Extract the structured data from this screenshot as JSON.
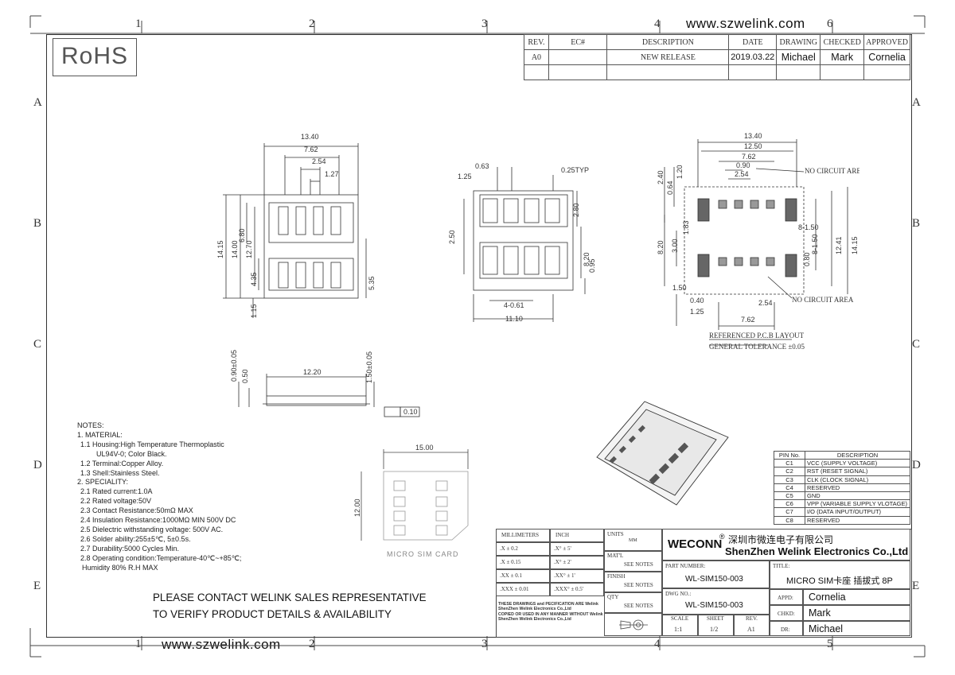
{
  "header_url": "www.szwelink.com",
  "footer_url": "www.szwelink.com",
  "grid_top": [
    "1",
    "2",
    "3",
    "4",
    "6"
  ],
  "grid_bottom": [
    "1",
    "2",
    "3",
    "4",
    "5"
  ],
  "grid_left": [
    "A",
    "B",
    "C",
    "D",
    "E"
  ],
  "grid_right": [
    "A",
    "B",
    "C",
    "D",
    "E"
  ],
  "rohs": "RoHS",
  "revision": {
    "headers": [
      "REV.",
      "EC#",
      "DESCRIPTION",
      "DATE",
      "DRAWING",
      "CHECKED",
      "APPROVED"
    ],
    "row": [
      "A0",
      "",
      "NEW RELEASE",
      "2019.03.22",
      "Michael",
      "Mark",
      "Cornelia"
    ]
  },
  "dims_top_view": [
    "13.40",
    "7.62",
    "2.54",
    "1.27",
    "14.15",
    "14.00",
    "12.70",
    "6.80",
    "4.35",
    "5.35",
    "1.15"
  ],
  "dims_front_view": [
    "0.63",
    "1.25",
    "0.25TYP",
    "2.80",
    "2.50",
    "8.20",
    "0.95",
    "4-0.61",
    "11.10"
  ],
  "dims_pcb": [
    "13.40",
    "12.50",
    "7.62",
    "0.90",
    "2.54",
    "2.40",
    "0.64",
    "1.20",
    "8-1.50",
    "12.41",
    "14.15",
    "8.20",
    "3.00",
    "1.83",
    "8-1.50",
    "0.80",
    "1.50",
    "0.40",
    "1.25",
    "2.54",
    "7.62"
  ],
  "pcb_labels": [
    "NO CIRCUIT AREA",
    "NO CIRCUIT AREA",
    "REFERENCED P.C.B LAYOUT",
    "GENERAL TOLERANCE ±0.05"
  ],
  "side_view_dims": [
    "12.20",
    "0.90±0.05",
    "0.50",
    "1.50±0.05",
    "0.10"
  ],
  "card_dims": [
    "15.00",
    "12.00"
  ],
  "card_label": "MICRO SIM CARD",
  "notes": [
    "NOTES:",
    "1. MATERIAL:",
    "  1.1 Housing:High Temperature Thermoplastic",
    "        UL94V-0; Color Black.",
    "  1.2 Terminal:Copper Alloy.",
    "  1.3 Shell:Stainless Steel.",
    "2. SPECIALITY:",
    "  2.1 Rated current:1.0A",
    "  2.2 Rated voltage:50V",
    "  2.3 Contact Resistance:50mΩ MAX",
    "  2.4 Insulation Resistance:1000MΩ MIN 500V DC",
    "  2.5 Dielectric withstanding voltage: 500V AC.",
    "  2.6 Solder ability:255±5℃, 5±0.5s.",
    "  2.7 Durability:5000 Cycles Min.",
    "  2.8 Operating condition:Temperature-40℃~+85℃;",
    "  Humidity 80% R.H MAX"
  ],
  "please": [
    "PLEASE CONTACT WELINK SALES REPRESENTATIVE",
    "TO VERIFY PRODUCT DETAILS & AVAILABILITY"
  ],
  "pins": {
    "headers": [
      "PIN No.",
      "DESCRIPTION"
    ],
    "rows": [
      [
        "C1",
        "VCC (SUPPLY VOLTAGE)"
      ],
      [
        "C2",
        "RST (RESET SIGNAL)"
      ],
      [
        "C3",
        "CLK (CLOCK SIGNAL)"
      ],
      [
        "C4",
        "RESERVED"
      ],
      [
        "C5",
        "GND"
      ],
      [
        "C6",
        "VPP (VARIABLE SUPPLY VLOTAGE)"
      ],
      [
        "C7",
        "I/O (DATA INPUT/OUTPUT)"
      ],
      [
        "C8",
        "RESERVED"
      ]
    ]
  },
  "titleblock": {
    "mm": "MILLIMETERS",
    "inch": "INCH",
    "tol_mm": [
      ".X   ± 0.2",
      ".X   ± 0.15",
      ".XX  ± 0.1",
      ".XXX ± 0.01"
    ],
    "tol_inch": [
      ".X°  ± 5'",
      ".X°  ± 2'",
      ".XX° ± 1'",
      ".XXX° ± 0.5'"
    ],
    "units_label": "UNITS",
    "units_val": "MM",
    "mat_label": "MAT'L",
    "finish_label": "FINISH",
    "qty_label": "QTY",
    "see_notes": "SEE NOTES",
    "disclaimer": [
      "THESE DRAWINGS and PECIFICATION  ARE Welink",
      "ShenZhen Welink Electronics Co.,Ltd",
      "COPIED OR USED IN ANY MANNER WITHOUT Welink",
      "ShenZhen Welink Electronics Co.,Ltd"
    ],
    "brand": "WECONN",
    "company_cn": "深圳市微连电子有限公司",
    "company_en": "ShenZhen Welink Electronics Co.,Ltd",
    "part_number_label": "PART NUMBER:",
    "part_number": "WL-SIM150-003",
    "dwg_label": "DWG NO.:",
    "dwg_no": "WL-SIM150-003",
    "title_label": "TITLE:",
    "title": "MICRO SIM卡座 插拔式 8P",
    "scale_label": "SCALE",
    "scale": "1:1",
    "sheet_label": "SHEET",
    "sheet": "1/2",
    "rev_label": "REV.",
    "rev": "A1",
    "appd_label": "APPD:",
    "appd": "Cornelia",
    "chkd_label": "CHKD:",
    "chkd": "Mark",
    "dr_label": "DR:",
    "dr": "Michael"
  }
}
